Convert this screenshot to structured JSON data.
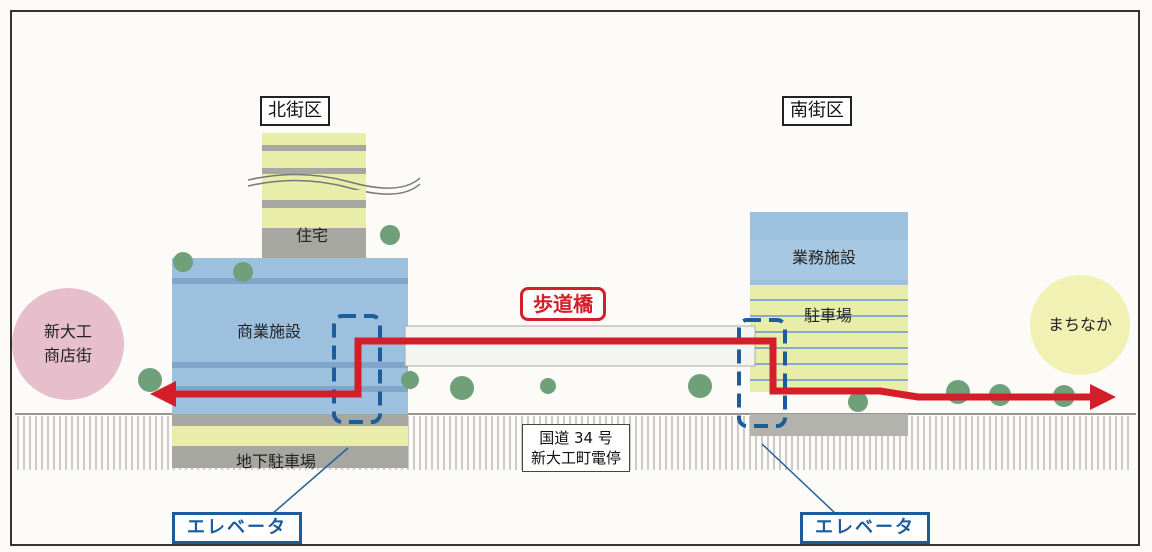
{
  "labels": {
    "north_district": "北街区",
    "south_district": "南街区",
    "housing": "住宅",
    "commercial": "商業施設",
    "underground_parking": "地下駐車場",
    "business": "業務施設",
    "parking": "駐車場",
    "pedestrian_bridge": "歩道橋",
    "left_destination": [
      "新大工",
      "商店街"
    ],
    "right_destination": "まちなか",
    "road": [
      "国道 34 号",
      "新大工町電停"
    ],
    "elevator_left": "エレベータ",
    "elevator_right": "エレベータ"
  },
  "colors": {
    "route": "#d41f2a",
    "elevator": "#1d5c9b",
    "building_blue": "#9cc0de",
    "building_yellow": "#e8eeaa",
    "building_gray": "#a7a7a2",
    "left_circle": "#e3b4c4",
    "right_circle": "#f1efac"
  }
}
